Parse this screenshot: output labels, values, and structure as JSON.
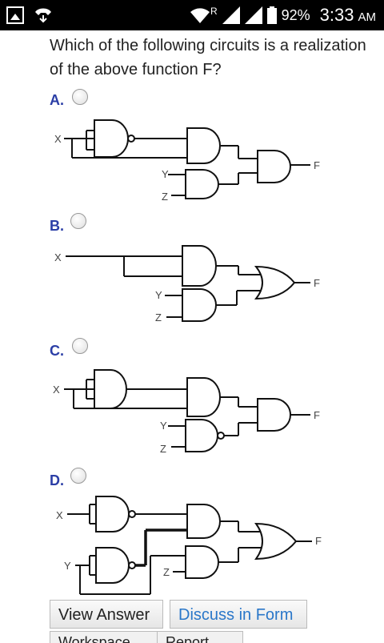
{
  "status": {
    "battery": "92%",
    "time": "3:33",
    "ampm": "AM",
    "roaming": "R"
  },
  "question": "Which of the following circuits is a realization of the above function F?",
  "options": [
    {
      "label": "A.",
      "inputs": [
        "X",
        "Y",
        "Z"
      ],
      "output": "F"
    },
    {
      "label": "B.",
      "inputs": [
        "X",
        "Y",
        "Z"
      ],
      "output": "F"
    },
    {
      "label": "C.",
      "inputs": [
        "X",
        "Y",
        "Z"
      ],
      "output": "F"
    },
    {
      "label": "D.",
      "inputs": [
        "X",
        "Y",
        "Z"
      ],
      "output": "F"
    }
  ],
  "buttons": {
    "view_answer": "View Answer",
    "discuss": "Discuss in Form",
    "workspace": "Workspace",
    "report": "Report"
  }
}
